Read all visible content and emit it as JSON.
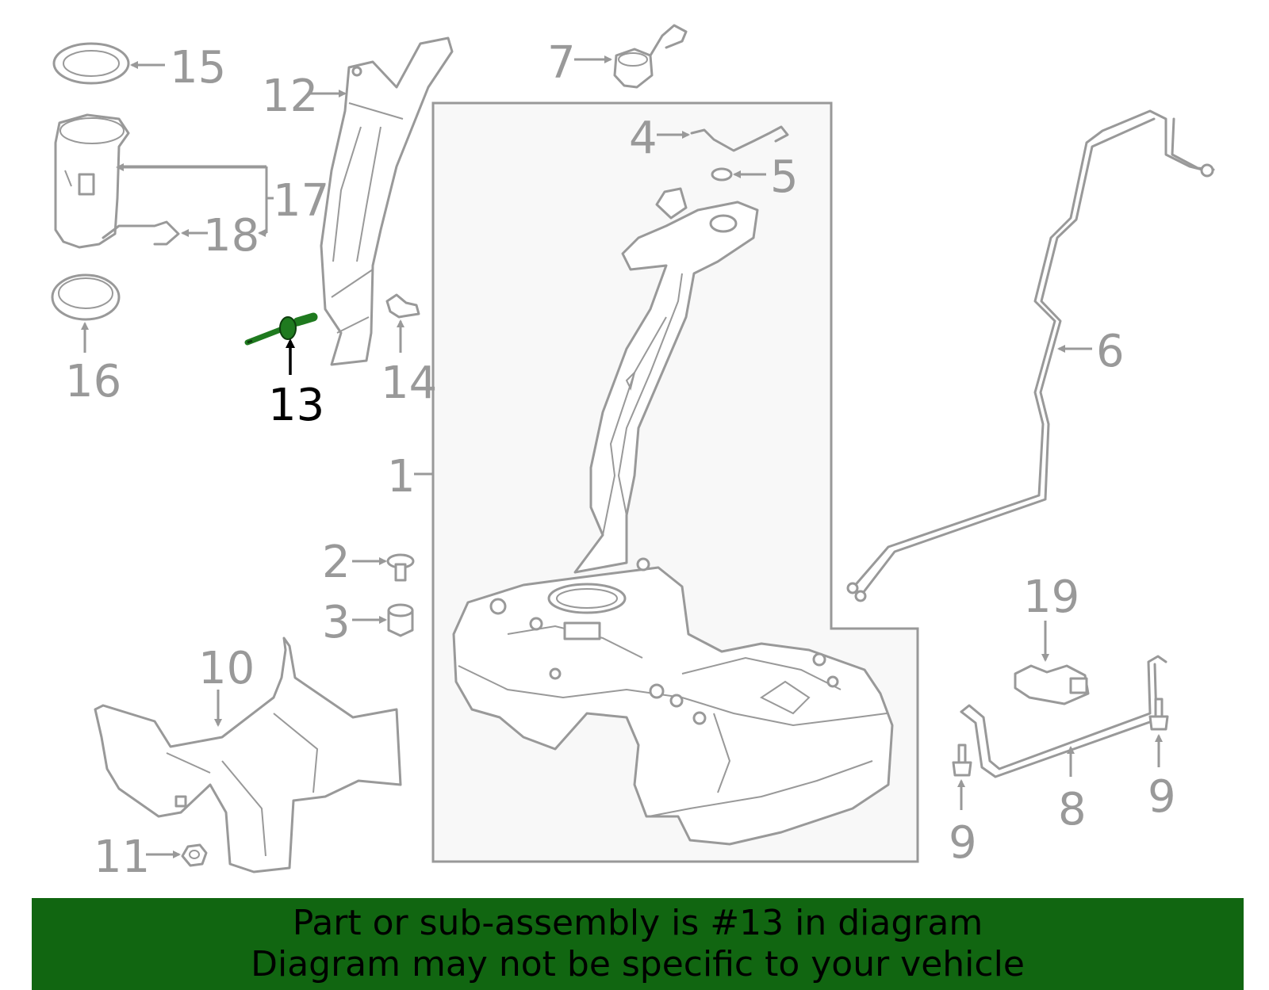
{
  "callouts": {
    "c1": "1",
    "c2": "2",
    "c3": "3",
    "c4": "4",
    "c5": "5",
    "c6": "6",
    "c7": "7",
    "c8": "8",
    "c9a": "9",
    "c9b": "9",
    "c10": "10",
    "c11": "11",
    "c12": "12",
    "c13": "13",
    "c14": "14",
    "c15": "15",
    "c16": "16",
    "c17": "17",
    "c18": "18",
    "c19": "19"
  },
  "highlight": {
    "part": "13",
    "color": "#1f7a1f"
  },
  "colors": {
    "banner": "#116611",
    "line_art": "#999999"
  },
  "banner": {
    "line1": "Part or sub-assembly is #13 in diagram",
    "line2": "Diagram may not be specific to your vehicle"
  }
}
